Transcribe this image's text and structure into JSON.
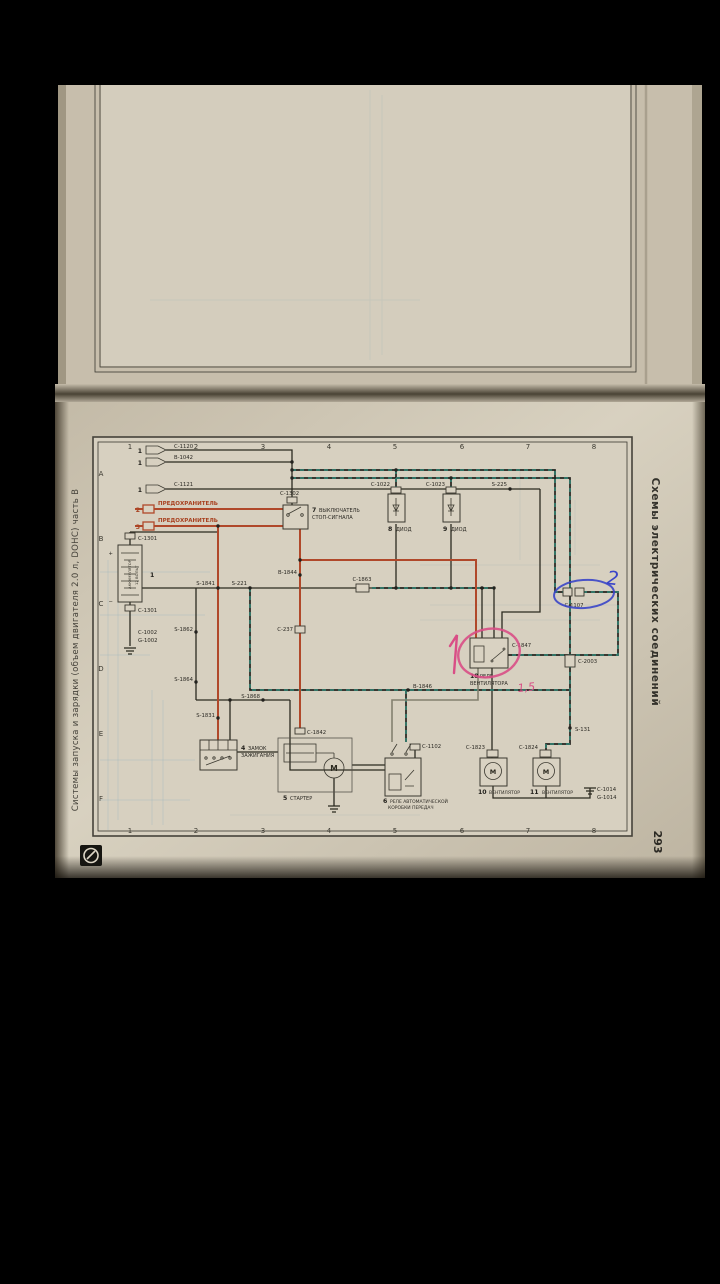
{
  "page": {
    "side_left": "Системы запуска и зарядки (объем двигателя 2.0 л, DOHC) часть В",
    "side_right": "Схемы электрических соединений",
    "page_number": "293"
  },
  "grid": {
    "cols": [
      "1",
      "2",
      "3",
      "4",
      "5",
      "6",
      "7",
      "8"
    ],
    "rows": [
      "A",
      "B",
      "C",
      "D",
      "E",
      "F"
    ]
  },
  "arrows": [
    {
      "num": "1",
      "code": "C-1120"
    },
    {
      "num": "1",
      "code": "B-1042"
    },
    {
      "num": "1",
      "code": "C-1121"
    }
  ],
  "components": {
    "battery": {
      "num": "1",
      "name": "АККУМУЛЯТОР",
      "volts": "12 ВОЛЬТ",
      "plus": "+",
      "minus": "−",
      "conn_top": "C-1301",
      "conn_bottom": "C-1301"
    },
    "fuse2": {
      "num": "2",
      "name": "ПРЕДОХРАНИТЕЛЬ"
    },
    "fuse3": {
      "num": "3",
      "name": "ПРЕДОХРАНИТЕЛЬ"
    },
    "ignition": {
      "num": "4",
      "name": "ЗАМОК",
      "name2": "ЗАЖИГАНИЯ"
    },
    "starter": {
      "num": "5",
      "name": "СТАРТЕР",
      "conn": "C-1842",
      "motor": "M"
    },
    "trans_relay": {
      "num": "6",
      "name": "РЕЛЕ АВТОМАТИЧЕСКОЙ",
      "name2": "КОРОБКИ ПЕРЕДАЧ",
      "conn": "C-1102"
    },
    "stop_switch": {
      "num": "7",
      "name": "ВЫКЛЮЧАТЕЛЬ",
      "name2": "СТОП-СИГНАЛА",
      "conn": "C-1302"
    },
    "diode8": {
      "num": "8",
      "name": "ДИОД",
      "conn": "C-1022"
    },
    "diode9": {
      "num": "9",
      "name": "ДИОД",
      "conn": "C-1023"
    },
    "fan_relay": {
      "num": "18",
      "name": "РЕЛЕ",
      "name2": "ВЕНТИЛЯТОРА",
      "conn": "C-1847"
    },
    "fan10": {
      "num": "10",
      "name": "ВЕНТИЛЯТОР",
      "conn": "C-1823",
      "motor": "M"
    },
    "fan11": {
      "num": "11",
      "name": "ВЕНТИЛЯТОР",
      "conn": "C-1824",
      "motor": "M"
    }
  },
  "junctions": {
    "s1841": "S-1841",
    "s221": "S-221",
    "s1862": "S-1862",
    "s1864": "S-1864",
    "s1831": "S-1831",
    "s1868": "S-1868",
    "b1844": "B-1844",
    "c237": "C-237",
    "c1863": "C-1863",
    "b1846": "B-1846",
    "s225": "S-225",
    "s131": "S-131",
    "c2003": "C-2003",
    "c1107": "C-1107",
    "c1002": "C-1002",
    "g1002": "G-1002",
    "c1014": "C-1014",
    "g1014": "G-1014"
  },
  "annotations": {
    "mark1": "1",
    "mark2": "2",
    "note": "1,5"
  },
  "colors": {
    "background": "#000000",
    "page_bg": "#d3cab8",
    "wire_black": "#2b291f",
    "wire_red": "#b0482a",
    "wire_teal": "#2f7a6b",
    "wire_gray": "#84806f",
    "annotation_pink": "#d94e86",
    "annotation_blue": "#3a45c8"
  }
}
